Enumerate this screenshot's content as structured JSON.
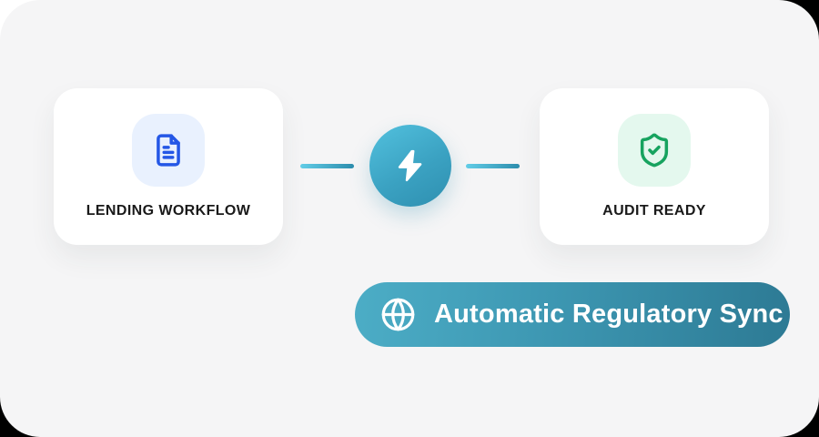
{
  "canvas": {
    "board_background": "#f5f5f6",
    "outer_corner_colors": {
      "top_left": "#ffffff",
      "top_right": "#000000",
      "bottom_left": "#000000",
      "bottom_right": "#000000"
    }
  },
  "nodes": [
    {
      "label": "LENDING WORKFLOW",
      "icon": "document-icon",
      "tile_color": "#e9f1fe",
      "icon_color": "#2457e6"
    },
    {
      "label": "AUDIT READY",
      "icon": "shield-check-icon",
      "tile_color": "#e4f8ee",
      "icon_color": "#17a35f"
    }
  ],
  "connector": {
    "icon": "lightning-icon",
    "icon_color": "#ffffff",
    "circle_gradient": [
      "#52c1de",
      "#2e8fb0"
    ],
    "line_gradient": [
      "#62cde7",
      "#2d8dad"
    ]
  },
  "badge": {
    "label": "Automatic Regulatory Sync",
    "icon": "globe-icon",
    "gradient": [
      "#4cadc6",
      "#2d7a94"
    ],
    "text_color": "#ffffff"
  }
}
